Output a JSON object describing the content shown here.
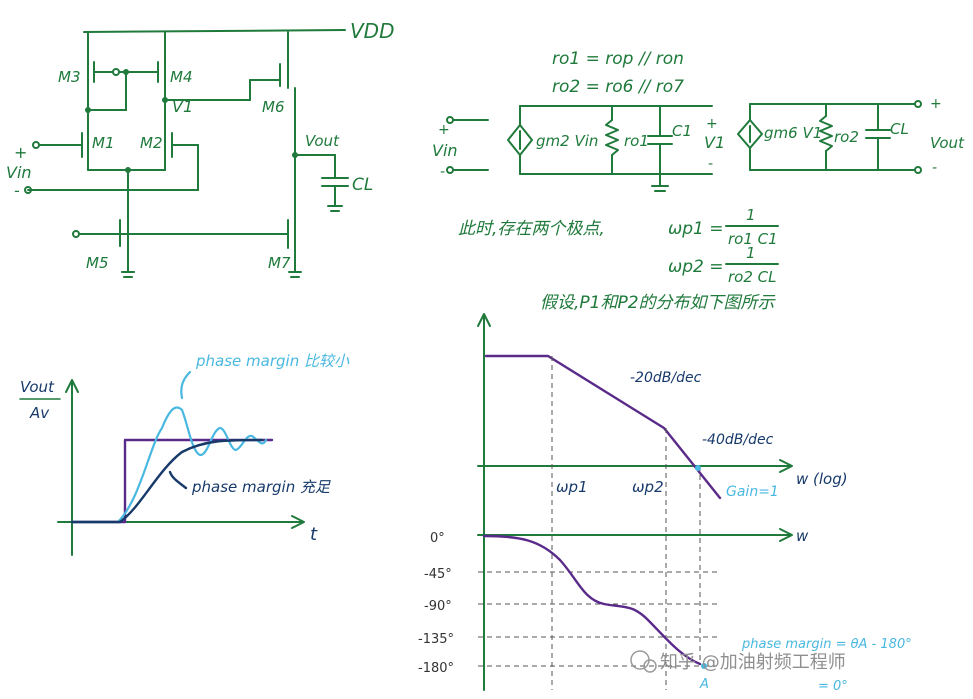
{
  "colors": {
    "ink": "#1f7a3b",
    "purple": "#5a2a8a",
    "light_blue": "#49b8e0",
    "navy": "#173a6a"
  },
  "circuit": {
    "vdd": "VDD",
    "transistors": [
      "M3",
      "M4",
      "M1",
      "M2",
      "M5",
      "M6",
      "M7"
    ],
    "v1": "V1",
    "vout": "Vout",
    "cl": "CL",
    "plus": "+",
    "minus": "-",
    "vin": "Vin"
  },
  "small_signal": {
    "ro1_eq": "ro1 = rop // ron",
    "ro2_eq": "ro2 = ro6 // ro7",
    "vin": "Vin",
    "src1": "gm2 Vin",
    "r1": "ro1",
    "c1": "C1",
    "v1": "V1",
    "src2": "gm6 V1",
    "r2": "ro2",
    "c2": "CL",
    "vout": "Vout",
    "plus": "+",
    "minus": "-"
  },
  "poles_text": {
    "note": "此时,存在两个极点,",
    "wp1_lhs": "ωp1 =",
    "wp1_num": "1",
    "wp1_den": "ro1 C1",
    "wp2_lhs": "ωp2 =",
    "wp2_num": "1",
    "wp2_den": "ro2 CL"
  },
  "step": {
    "ylabel_top": "Vout",
    "ylabel_bottom": "Av",
    "xlabel": "t",
    "annot_small": "phase margin 比较小",
    "annot_ok": "phase margin 充足"
  },
  "bode": {
    "title": "假设,P1和P2的分布如下图所示",
    "slope1": "-20dB/dec",
    "slope2": "-40dB/dec",
    "wp1": "ωp1",
    "wp2": "ωp2",
    "xlabel_mag": "w (log)",
    "gain1": "Gain=1",
    "xlabel_phase": "w",
    "phase_ticks": [
      "0°",
      "-45°",
      "-90°",
      "-135°",
      "-180°"
    ],
    "pm_label": "phase margin = θA - 180°",
    "pm_eq2": "= 0°",
    "point_a": "A"
  },
  "watermark": "知乎 @加油射频工程师"
}
